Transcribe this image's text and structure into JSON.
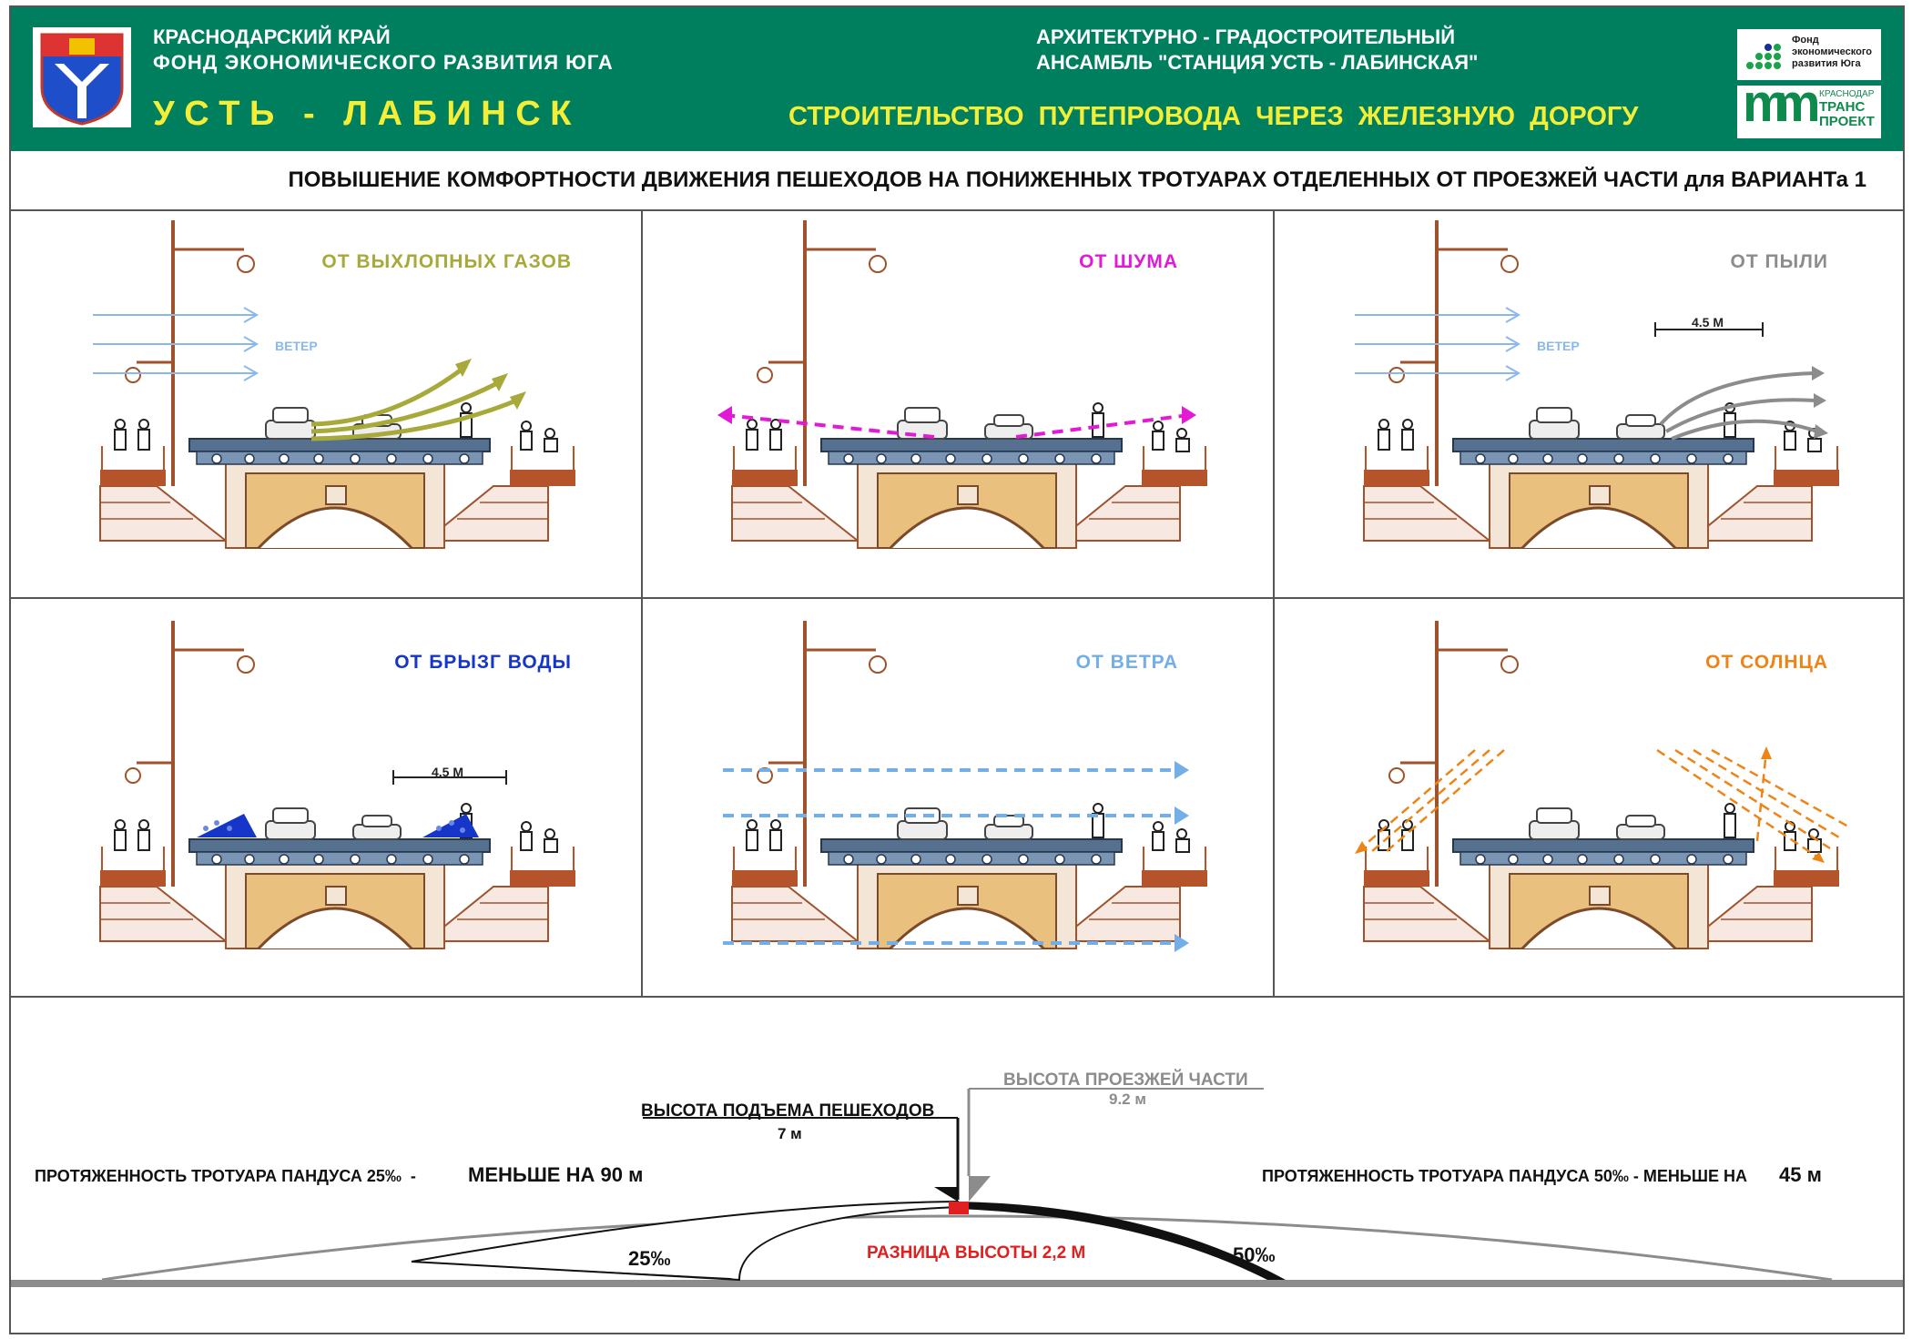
{
  "header": {
    "region": "КРАСНОДАРСКИЙ КРАЙ",
    "fund": "ФОНД ЭКОНОМИЧЕСКОГО РАЗВИТИЯ ЮГА",
    "city": "У С Т Ь   -   Л А Б И Н С К",
    "ensemble_line1": "АРХИТЕКТУРНО - ГРАДОСТРОИТЕЛЬНЫЙ",
    "ensemble_line2": "АНСАМБЛЬ \"СТАНЦИЯ УСТЬ - ЛАБИНСКАЯ\"",
    "project": "СТРОИТЕЛЬСТВО  ПУТЕПРОВОДА  ЧЕРЕЗ  ЖЕЛЕЗНУЮ  ДОРОГУ",
    "logo1_lines": [
      "Фонд",
      "экономического",
      "развития Юга"
    ],
    "logo2_small": "КРАСНОДАР",
    "logo2_big": [
      "ТРАНС",
      "ПРОЕКТ"
    ],
    "logo2_mark": "m"
  },
  "subtitle": "ПОВЫШЕНИЕ КОМФОРТНОСТИ   ДВИЖЕНИЯ ПЕШЕХОДОВ  НА ПОНИЖЕННЫХ ТРОТУАРАХ ОТДЕЛЕННЫХ  ОТ  ПРОЕЗЖЕЙ ЧАСТИ  для ВАРИАНТа 1",
  "panels": [
    {
      "title": "ОТ  ВЫХЛОПНЫХ  ГАЗОВ",
      "color": "#a7a93a",
      "label": "ВЕТЕР"
    },
    {
      "title": "ОТ  ШУМА",
      "color": "#e21ad6"
    },
    {
      "title": "ОТ  ПЫЛИ",
      "color": "#8c8c8c",
      "label": "ВЕТЕР",
      "dim": "4.5 М"
    },
    {
      "title": "ОТ  БРЫЗГ ВОДЫ",
      "color": "#1636c9",
      "dim": "4.5 М"
    },
    {
      "title": "ОТ  ВЕТРА",
      "color": "#74aee6"
    },
    {
      "title": "ОТ  СОЛНЦА",
      "color": "#ee8416"
    }
  ],
  "bottom": {
    "ped_height_label": "ВЫСОТА ПОДЪЕМА ПЕШЕХОДОВ",
    "ped_height_value": "7 м",
    "road_height_label": "ВЫСОТА ПРОЕЗЖЕЙ ЧАСТИ",
    "road_height_value": "9.2 м",
    "left_length": "ПРОТЯЖЕННОСТЬ ТРОТУАРА ПАНДУСА 25‰  -",
    "left_shorter": "МЕНЬШЕ НА  90 м",
    "right_length": "ПРОТЯЖЕННОСТЬ ТРОТУАРА ПАНДУСА 50‰  - МЕНЬШЕ НА",
    "right_shorter": "45 м",
    "slope_left": "25‰",
    "slope_right": "50‰",
    "difference": "РАЗНИЦА ВЫСОТЫ 2,2 М"
  },
  "colors": {
    "header_green": "#007f5f",
    "header_yellow": "#f4ee36",
    "arch_tan": "#e9c07e",
    "masonry": "#a0522d",
    "difference_red": "#e02020"
  }
}
